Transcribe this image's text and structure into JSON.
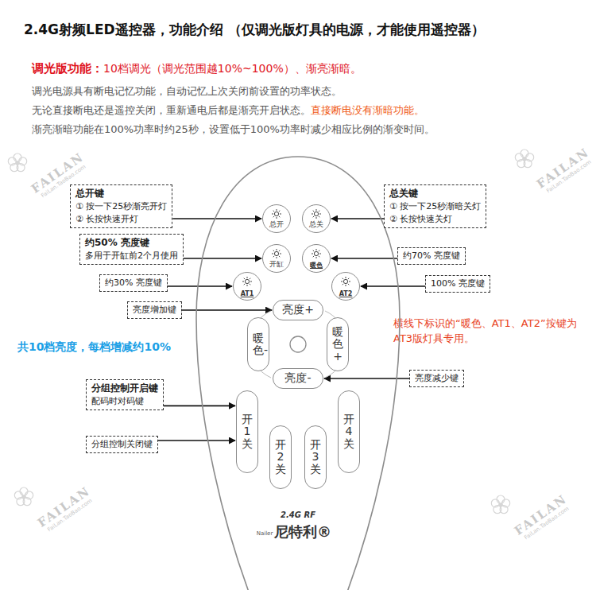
{
  "diagram": {
    "title": "2.4G射频LED遥控器，功能介绍 （仅调光版灯具的电源，才能使用遥控器）",
    "nodes": [
      {
        "text": [
          "2.4G RF",
          "尼特利®",
          "Nailer"
        ]
      },
      {
        "text": [
          "总开键",
          "① 按一下25秒渐亮开灯",
          "② 长按快速开灯"
        ]
      },
      {
        "text": [
          "总开"
        ],
        "in": 0
      },
      {
        "text": [
          "总关"
        ],
        "in": 0
      },
      {
        "text": [
          "总关键",
          "① 按一下25秒渐暗关灯",
          "② 长按快速关灯"
        ]
      },
      {
        "text": [
          "约50% 亮度键",
          "多用于开缸前2个月使用"
        ]
      },
      {
        "text": [
          "开缸"
        ],
        "in": 0
      },
      {
        "text": [
          "暖色"
        ],
        "in": 0
      },
      {
        "text": [
          "约70% 亮度键"
        ]
      },
      {
        "text": [
          "约30% 亮度键"
        ]
      },
      {
        "text": [
          "AT1"
        ],
        "in": 0
      },
      {
        "text": [
          "AT2"
        ],
        "in": 0
      },
      {
        "text": [
          "100% 亮度键"
        ]
      },
      {
        "text": [
          "亮度增加键"
        ]
      },
      {
        "text": [
          "亮度+"
        ],
        "in": 0
      },
      {
        "text": [
          "暖色-"
        ],
        "in": 0
      },
      {
        "text": [
          "暖色+"
        ],
        "in": 0
      },
      {
        "text": [
          "亮度-"
        ],
        "in": 0
      },
      {
        "text": [
          "亮度减少键"
        ]
      },
      {
        "text": [
          "分组控制开启键",
          "配码时对码键"
        ]
      },
      {
        "text": [
          "开1关"
        ],
        "in": 0
      },
      {
        "text": [
          "开4关"
        ],
        "in": 0
      },
      {
        "text": [
          "分组控制关闭键"
        ]
      },
      {
        "text": [
          "开2关"
        ],
        "in": 0
      },
      {
        "text": [
          "开3关"
        ],
        "in": 0
      }
    ],
    "edges": [
      {
        "from": 1,
        "to": 2,
        "arrow": "to"
      },
      {
        "from": 4,
        "to": 3,
        "arrow": "to"
      },
      {
        "from": 5,
        "to": 6,
        "arrow": "to"
      },
      {
        "from": 8,
        "to": 7,
        "arrow": "to"
      },
      {
        "from": 9,
        "to": 10,
        "arrow": "to"
      },
      {
        "from": 12,
        "to": 11,
        "arrow": "to"
      },
      {
        "from": 13,
        "to": 14,
        "arrow": "to"
      },
      {
        "from": 18,
        "to": 17,
        "arrow": "to"
      },
      {
        "from": 19,
        "to": 20,
        "arrow": "to"
      },
      {
        "from": 22,
        "to": 20,
        "arrow": "to"
      }
    ],
    "labels": [
      "调光版功能：",
      "10档调光（调光范围越10%~100%）、渐亮渐暗。",
      "调光电源具有断电记忆功能，自动记忆上次关闭前设置的功率状态。",
      "无论直接断电还是遥控关闭，重新通电后都是渐亮开启状态。",
      "直接断电没有渐暗功能。",
      "渐亮渐暗功能在100%功率时约25秒，设置低于100%功率时减少相应比例的渐变时间。",
      "横线下标识的“暖色、AT1、AT2”按键为AT3版灯具专用。",
      "共10档亮度，每档增减约10%",
      "FAILAN",
      "FaiLan.TaoBao.com",
      "FAILAN",
      "FaiLan.TaoBao.com",
      "FAILAN",
      "FaiLan.TaoBao.com",
      "FAILAN",
      "FaiLan.TaoBao.com"
    ]
  }
}
